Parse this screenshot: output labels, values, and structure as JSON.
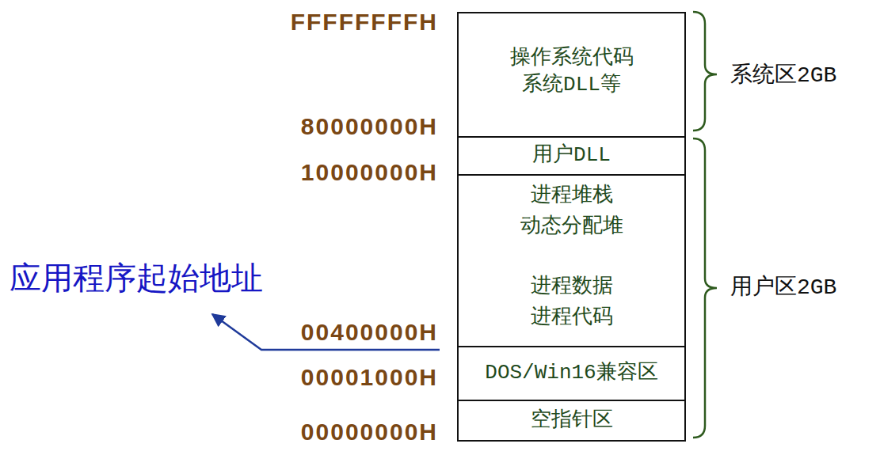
{
  "diagram": {
    "nodes": [
      {
        "text": [
          "操作系统代码 系统DLL等"
        ]
      },
      {
        "text": [
          "用户DLL"
        ]
      },
      {
        "text": [
          "进程堆栈 动态分配堆",
          "进程数据 进程代码"
        ]
      },
      {
        "text": [
          "DOS/Win16兼容区"
        ]
      },
      {
        "text": [
          "空指针区"
        ]
      }
    ],
    "labels": [
      "FFFFFFFFH",
      "80000000H",
      "10000000H",
      "00400000H",
      "00001000H",
      "00000000H",
      "应用程序起始地址",
      "系统区2GB",
      "用户区2GB"
    ]
  }
}
